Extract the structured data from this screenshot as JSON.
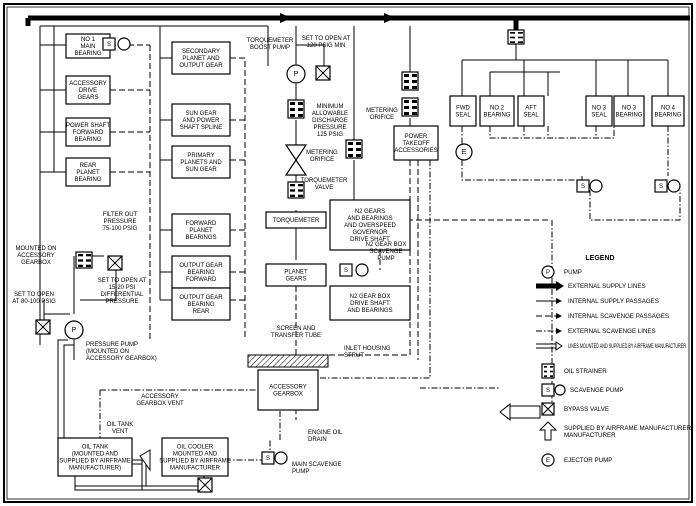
{
  "boxes": {
    "main_bearing_1": [
      "NO 1",
      "MAIN",
      "BEARING"
    ],
    "accessory_drive_gears": [
      "ACCESSORY",
      "DRIVE",
      "GEARS"
    ],
    "power_shaft_forward": [
      "POWER SHAFT",
      "FORWARD",
      "BEARING"
    ],
    "rear_planet": [
      "REAR",
      "PLANET",
      "BEARING"
    ],
    "secondary_planet": [
      "SECONDARY",
      "PLANET AND",
      "OUTPUT GEAR"
    ],
    "sun_gear_spline": [
      "SUN GEAR",
      "AND POWER",
      "SHAFT SPLINE"
    ],
    "primary_planets": [
      "PRIMARY",
      "PLANETS AND",
      "SUN GEAR"
    ],
    "forward_planet": [
      "FORWARD",
      "PLANET",
      "BEARINGS"
    ],
    "output_gear_forward": [
      "OUTPUT GEAR",
      "BEARING",
      "FORWARD"
    ],
    "output_gear_rear": [
      "OUTPUT GEAR",
      "BEARING",
      "REAR"
    ],
    "torquemeter": [
      "TORQUEMETER"
    ],
    "planet_gears": [
      "PLANET",
      "GEARS"
    ],
    "power_takeoff": [
      "POWER",
      "TAKEOFF",
      "ACCESSORIES"
    ],
    "n2_gears": [
      "N2 GEARS",
      "AND BEARINGS",
      "AND OVERSPEED",
      "GOVERNOR",
      "DRIVE SHAFT"
    ],
    "n2_gearbox_drive": [
      "N2 GEAR BOX",
      "DRIVE SHAFT",
      "AND BEARINGS"
    ],
    "fwd_seal": [
      "FWD",
      "SEAL"
    ],
    "no2_bearing_a": [
      "NO 2",
      "BEARING"
    ],
    "aft_seal": [
      "AFT",
      "SEAL"
    ],
    "no3_seal": [
      "NO 3",
      "SEAL"
    ],
    "no3_bearing": [
      "NO 3",
      "BEARING"
    ],
    "no4_bearing": [
      "NO 4",
      "BEARING"
    ],
    "accessory_gearbox": [
      "ACCESSORY",
      "GEARBOX"
    ],
    "oil_tank": [
      "OIL TANK",
      "(MOUNTED AND",
      "SUPPLIED BY AIRFRAME",
      "MANUFACTURER)"
    ],
    "oil_cooler": [
      "OIL COOLER",
      "MOUNTED AND",
      "SUPPLIED BY AIRFRAME",
      "MANUFACTURER"
    ]
  },
  "annotations": {
    "torquemeter_boost_pump": [
      "TORQUEMETER",
      "BOOST PUMP"
    ],
    "set_open_120": [
      "SET TO OPEN AT",
      "120 PSIG MIN"
    ],
    "min_discharge": [
      "MINIMUM",
      "ALLOWABLE",
      "DISCHARGE",
      "PRESSURE",
      "125 PSIG"
    ],
    "metering_orifice_upper": [
      "METERING",
      "ORIFICE"
    ],
    "metering_orifice_lower": [
      "METERING",
      "ORIFICE"
    ],
    "torquemeter_valve": [
      "TORQUEMETER",
      "VALVE"
    ],
    "n2_scavenge_pump": [
      "N2 GEAR BOX",
      "SCAVENGE",
      "PUMP"
    ],
    "filter_out_pressure": [
      "FILTER OUT",
      "PRESSURE",
      "75-100 PSIG"
    ],
    "mounted_on_gearbox": [
      "MOUNTED ON",
      "ACCESSORY",
      "GEARBOX"
    ],
    "set_open_15_20": [
      "SET TO OPEN AT",
      "15-20 PSI",
      "DIFFERENTIAL",
      "PRESSURE"
    ],
    "set_open_80_100": [
      "SET TO OPEN",
      "AT 80-100 PSIG"
    ],
    "pressure_pump": [
      "PRESSURE PUMP",
      "(MOUNTED ON",
      "ACCESSORY GEARBOX)"
    ],
    "screen_transfer_tube": [
      "SCREEN AND",
      "TRANSFER TUBE"
    ],
    "inlet_housing_strut": [
      "INLET HOUSING",
      "STRUT"
    ],
    "accessory_gearbox_vent": [
      "ACCESSORY",
      "GEARBOX VENT"
    ],
    "oil_tank_vent": [
      "OIL TANK",
      "VENT"
    ],
    "engine_oil_drain": [
      "ENGINE OIL",
      "DRAIN"
    ],
    "main_scavenge_pump": [
      "MAIN SCAVENGE",
      "PUMP"
    ]
  },
  "legend": {
    "title": "LEGEND",
    "items": [
      {
        "symbol": "P",
        "label": "PUMP"
      },
      {
        "symbol": "",
        "label": "EXTERNAL SUPPLY LINES"
      },
      {
        "symbol": "",
        "label": "INTERNAL SUPPLY PASSAGES"
      },
      {
        "symbol": "",
        "label": "INTERNAL SCAVENGE PASSAGES"
      },
      {
        "symbol": "",
        "label": "EXTERNAL SCAVENGE LINES"
      },
      {
        "symbol": "",
        "label": "LINES MOUNTED AND SUPPLIED BY AIRFRAME MANUFACTURER"
      },
      {
        "symbol": "",
        "label": "OIL STRAINER"
      },
      {
        "symbol": "S",
        "label": "SCAVENGE PUMP"
      },
      {
        "symbol": "",
        "label": "BYPASS VALVE"
      },
      {
        "symbol": "",
        "label": "SUPPLIED BY AIRFRAME MANUFACTURER"
      },
      {
        "symbol": "E",
        "label": "EJECTOR PUMP"
      }
    ]
  },
  "symbols": {
    "pump": "P",
    "scavenge": "S",
    "ejector": "E"
  }
}
